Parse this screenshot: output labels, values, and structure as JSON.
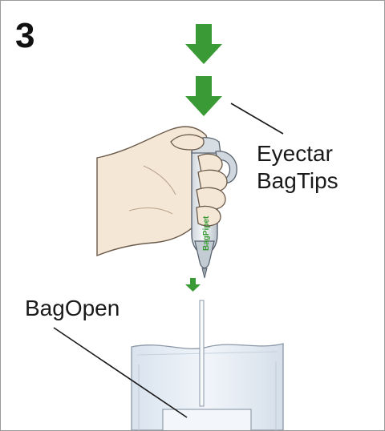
{
  "step": {
    "number": "3"
  },
  "callouts": {
    "eject": {
      "line1": "Eyectar",
      "line2": "BagTips"
    },
    "open": {
      "label": "BagOpen"
    }
  },
  "device": {
    "brand": "BagPipet"
  },
  "colors": {
    "arrow": "#3a9a35",
    "leader": "#1a1a1a",
    "skin": "#f4e7d6",
    "skin_outline": "#6b5a4a",
    "device_body": "#e9edf0",
    "device_outline": "#5a6470",
    "bag": "#e6eef6",
    "bag_outline": "#8a97a6"
  },
  "icons": [
    "arrow-down-icon",
    "arrow-down-icon",
    "arrow-down-small-icon"
  ]
}
